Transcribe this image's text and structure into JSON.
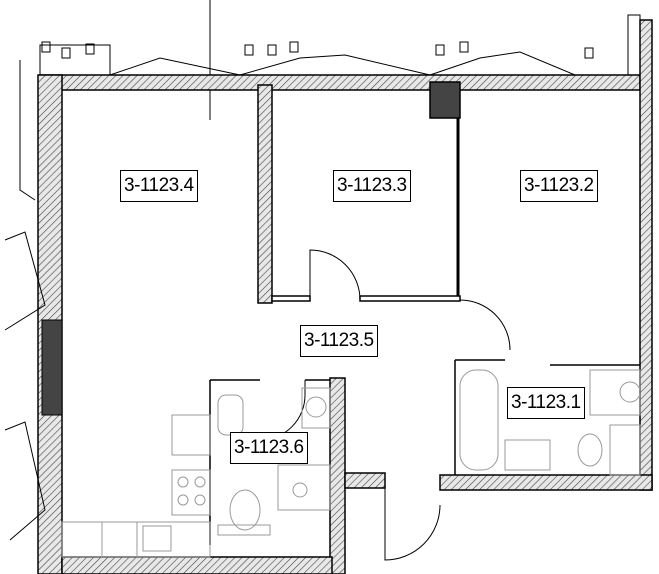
{
  "title": "Apartment floor plan",
  "rooms": [
    {
      "id": "3-1123.4"
    },
    {
      "id": "3-1123.3"
    },
    {
      "id": "3-1123.2"
    },
    {
      "id": "3-1123.5"
    },
    {
      "id": "3-1123.1"
    },
    {
      "id": "3-1123.6"
    }
  ],
  "colors": {
    "wall": "#000000",
    "hatch": "#555555",
    "fixture": "#999999"
  }
}
